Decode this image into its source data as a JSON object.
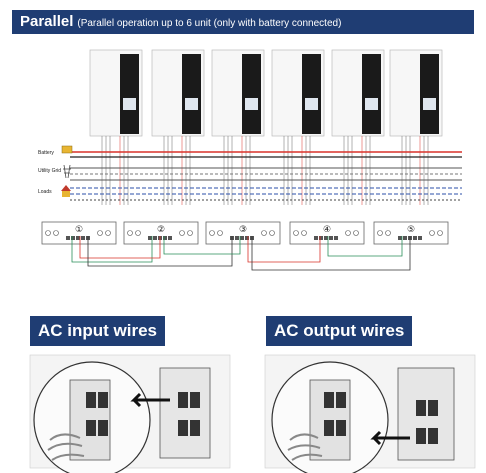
{
  "header": {
    "title": "Parallel",
    "subtitle": "(Parallel operation up to 6 unit (only with battery connected)"
  },
  "legend": {
    "battery": "Battery",
    "utility": "Utility Grid",
    "loads": "Loads"
  },
  "board_numbers": [
    "①",
    "②",
    "③",
    "④",
    "⑤"
  ],
  "sections": {
    "ac_input": "AC input wires",
    "ac_output": "AC output wires"
  },
  "colors": {
    "header_bg": "#1f3d73",
    "battery_red": "#d9322a",
    "battery_black": "#222222",
    "utility_line": "#555555",
    "loads_blue": "#2b4fa8"
  }
}
